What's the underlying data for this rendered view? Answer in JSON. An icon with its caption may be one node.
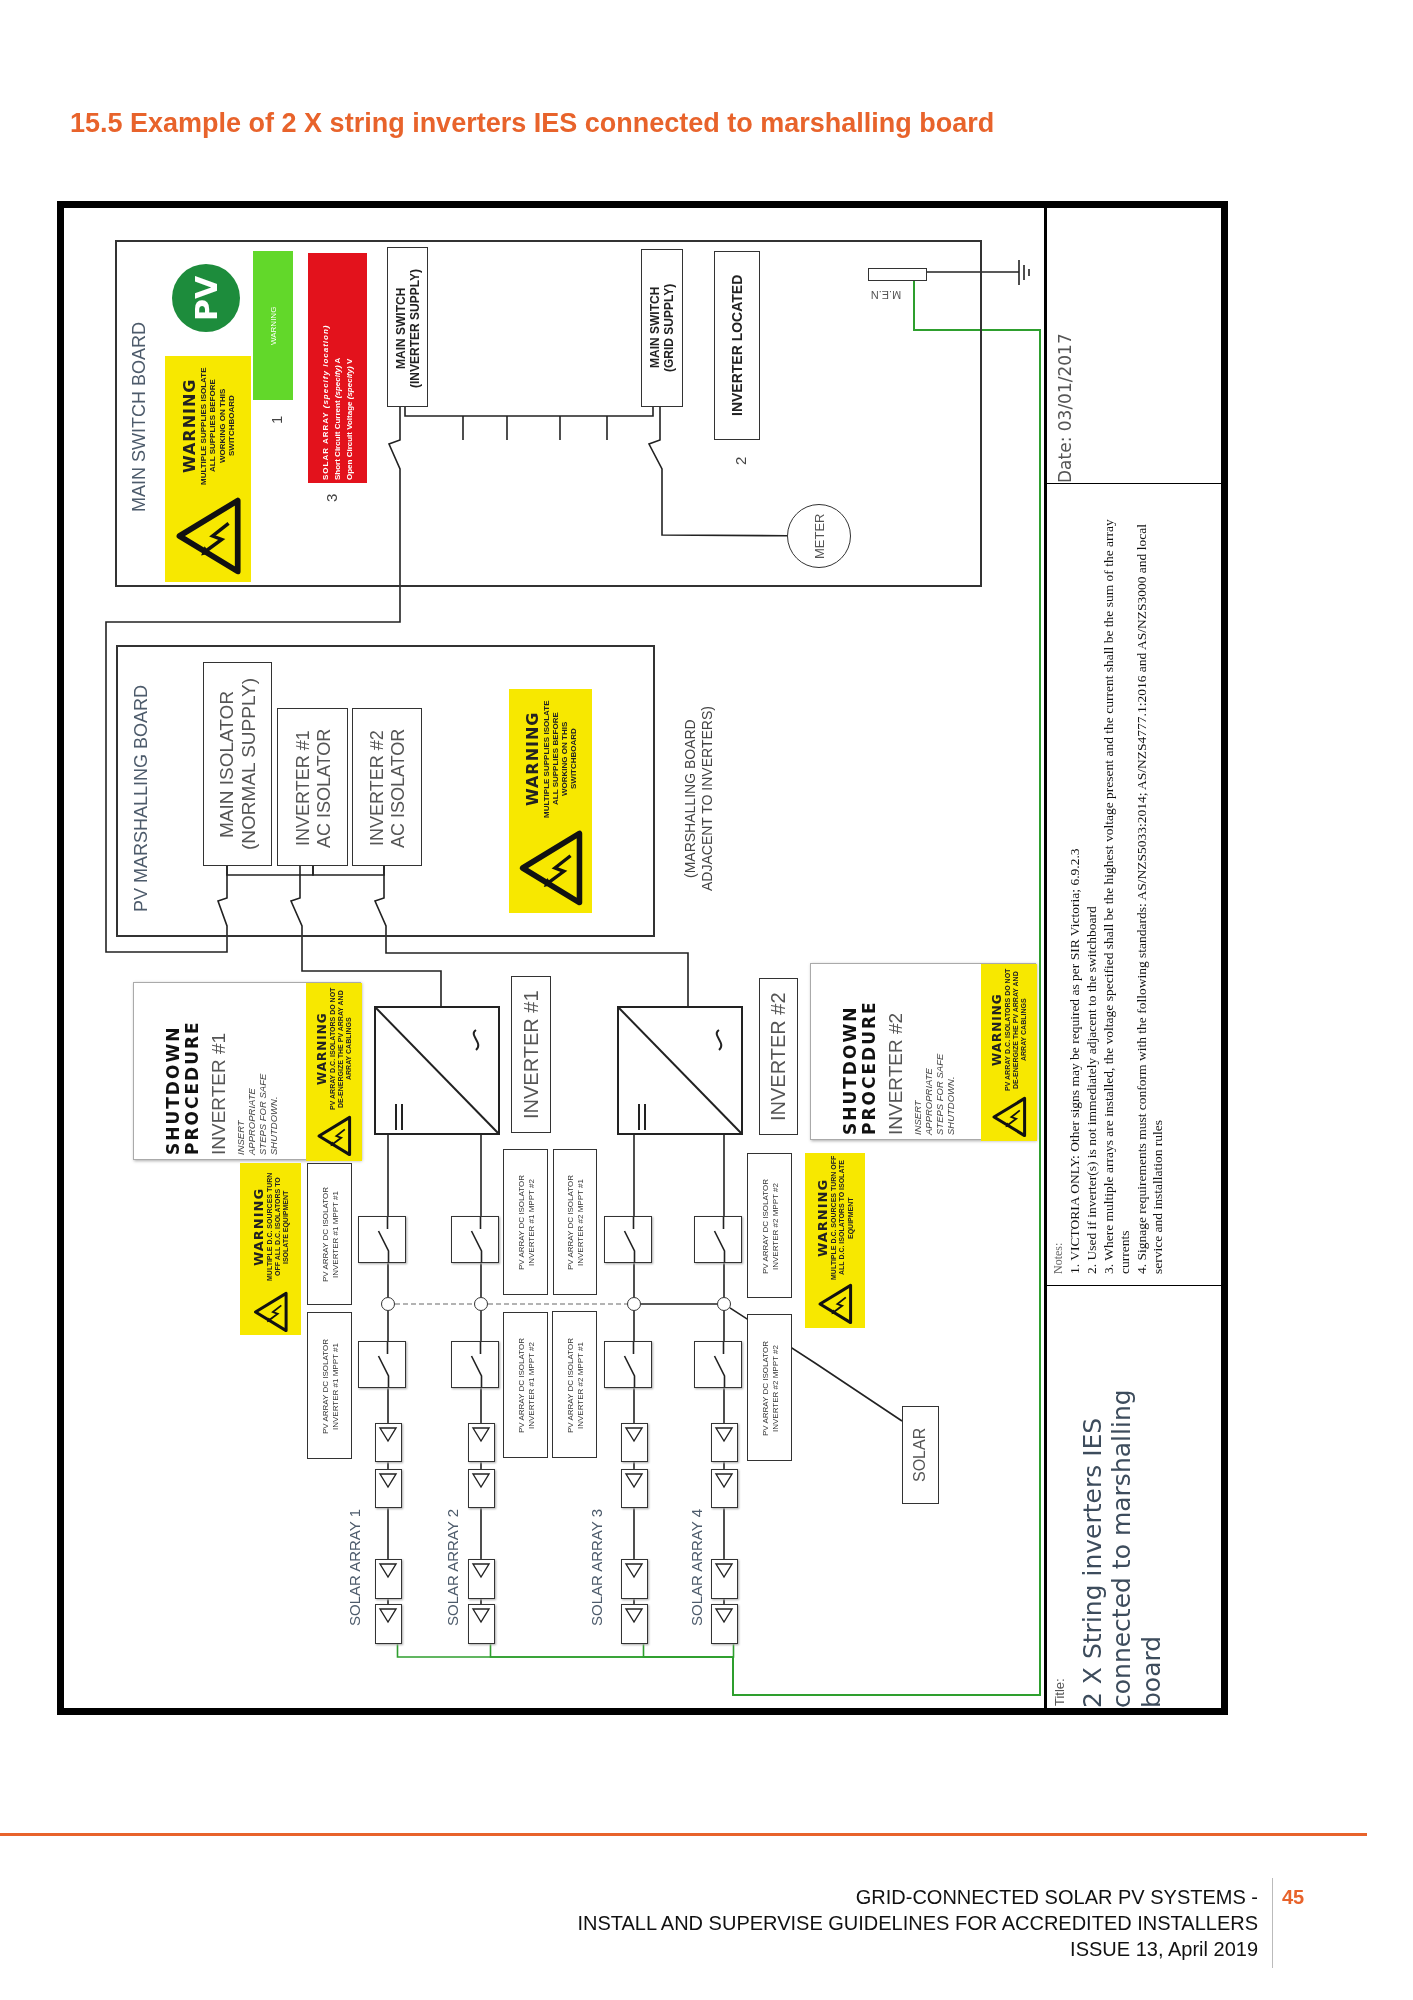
{
  "diagram": {
    "title": "15.5 Example of 2 X string inverters IES connected to marshalling board",
    "nodes": [
      {
        "text": [
          "MAIN SWITCH BOARD"
        ]
      },
      {
        "text": [
          "WARNING",
          "MULTIPLE SUPPLIES ISOLATE ALL SUPPLIES BEFORE WORKING ON THIS SWITCHBOARD"
        ],
        "in": 0
      },
      {
        "text": [
          "PV"
        ],
        "in": 0
      },
      {
        "text": [
          "WARNING"
        ],
        "in": 0,
        "beside": [
          "1"
        ]
      },
      {
        "text": [
          "SOLAR ARRAY *(specify location)*",
          "Short Circuit Current *(specify)* A",
          "Open Circuit Voltage *(specify)* V"
        ],
        "in": 0,
        "beside": [
          "3"
        ]
      },
      {
        "text": [
          "MAIN SWITCH (INVERTER SUPPLY)"
        ],
        "in": 0
      },
      {
        "text": [
          "MAIN SWITCH (GRID SUPPLY)"
        ],
        "in": 0
      },
      {
        "text": [
          "INVERTER LOCATED"
        ],
        "in": 0,
        "beside": [
          "2"
        ]
      },
      {
        "text": [
          "METER"
        ],
        "in": 0
      },
      {
        "text": [],
        "shape": "box",
        "beside": [
          "M.E.N"
        ],
        "in": 0
      },
      {
        "text": [],
        "shape": "earth"
      },
      {
        "text": [
          "PV MARSHALLING BOARD"
        ]
      },
      {
        "text": [
          "MAIN ISOLATOR (NORMAL SUPPLY)"
        ],
        "in": 11
      },
      {
        "text": [
          "INVERTER #1 AC ISOLATOR"
        ],
        "in": 11
      },
      {
        "text": [
          "INVERTER #2 AC ISOLATOR"
        ],
        "in": 11
      },
      {
        "text": [
          "WARNING",
          "MULTIPLE SUPPLIES ISOLATE ALL SUPPLIES BEFORE WORKING ON THIS SWITCHBOARD"
        ],
        "in": 11
      },
      {
        "text": [
          "SHUTDOWN PROCEDURE",
          "INVERTER #1",
          "INSERT APPROPRIATE STEPS FOR SAFE SHUTDOWN."
        ]
      },
      {
        "text": [
          "WARNING",
          "PV ARRAY D.C. ISOLATORS DO NOT DE-ENERGIZE THE PV ARRAY AND ARRAY CABLINGS"
        ],
        "in": 16
      },
      {
        "text": [],
        "shape": "box"
      },
      {
        "text": [
          "INVERTER #1"
        ]
      },
      {
        "text": [],
        "shape": "box"
      },
      {
        "text": [
          "INVERTER #2"
        ]
      },
      {
        "text": [
          "SHUTDOWN PROCEDURE",
          "INVERTER #2",
          "INSERT APPROPRIATE STEPS FOR SAFE SHUTDOWN."
        ]
      },
      {
        "text": [
          "WARNING",
          "PV ARRAY D.C. ISOLATORS DO NOT DE-ENERGIZE THE PV ARRAY AND ARRAY CABLINGS"
        ],
        "in": 22
      },
      {
        "text": [
          "WARNING",
          "MULTIPLE D.C. SOURCES TURN OFF ALL D.C. ISOLATORS TO ISOLATE EQUIPMENT"
        ]
      },
      {
        "text": [
          "WARNING",
          "MULTIPLE D.C. SOURCES TURN OFF ALL D.C. ISOLATORS TO ISOLATE EQUIPMENT"
        ]
      },
      {
        "text": [
          "PV ARRAY DC ISOLATOR INVERTER #1 MPPT #1"
        ]
      },
      {
        "text": [
          "PV ARRAY DC ISOLATOR INVERTER #1 MPPT #2"
        ]
      },
      {
        "text": [
          "PV ARRAY DC ISOLATOR INVERTER #2 MPPT #1"
        ]
      },
      {
        "text": [
          "PV ARRAY DC ISOLATOR INVERTER #2 MPPT #2"
        ]
      },
      {
        "text": [
          "PV ARRAY DC ISOLATOR INVERTER #1 MPPT #1"
        ]
      },
      {
        "text": [
          "PV ARRAY DC ISOLATOR INVERTER #1 MPPT #2"
        ]
      },
      {
        "text": [
          "PV ARRAY DC ISOLATOR INVERTER #2 MPPT #1"
        ]
      },
      {
        "text": [
          "PV ARRAY DC ISOLATOR INVERTER #2 MPPT #2"
        ]
      },
      {
        "text": [],
        "shape": "box"
      },
      {
        "text": [],
        "shape": "box"
      },
      {
        "text": [],
        "shape": "box"
      },
      {
        "text": [],
        "shape": "box"
      },
      {
        "text": [],
        "shape": "circle"
      },
      {
        "text": [],
        "shape": "circle"
      },
      {
        "text": [],
        "shape": "circle"
      },
      {
        "text": [],
        "shape": "circle"
      },
      {
        "text": [],
        "shape": "box"
      },
      {
        "text": [],
        "shape": "box"
      },
      {
        "text": [],
        "shape": "box"
      },
      {
        "text": [],
        "shape": "box"
      },
      {
        "text": [],
        "shape": "box"
      },
      {
        "text": [],
        "shape": "box"
      },
      {
        "text": [],
        "shape": "box"
      },
      {
        "text": [],
        "shape": "box"
      },
      {
        "text": [],
        "shape": "box"
      },
      {
        "text": [],
        "shape": "box"
      },
      {
        "text": [],
        "shape": "box"
      },
      {
        "text": [],
        "shape": "box"
      },
      {
        "text": [],
        "shape": "box"
      },
      {
        "text": [],
        "shape": "box"
      },
      {
        "text": [],
        "shape": "box"
      },
      {
        "text": [],
        "shape": "box"
      },
      {
        "text": [],
        "shape": "box"
      },
      {
        "text": [],
        "shape": "box"
      },
      {
        "text": [],
        "shape": "box"
      },
      {
        "text": [],
        "shape": "box"
      },
      {
        "text": [
          "SOLAR"
        ]
      }
    ],
    "edges": [
      {
        "from": 5,
        "to": 6,
        "arrow": "none"
      },
      {
        "from": 5,
        "to": 12,
        "arrow": "none"
      },
      {
        "from": 12,
        "to": 13,
        "arrow": "none"
      },
      {
        "from": 13,
        "to": 14,
        "arrow": "none"
      },
      {
        "from": 13,
        "to": 18,
        "arrow": "none"
      },
      {
        "from": 14,
        "to": 20,
        "arrow": "none"
      },
      {
        "from": 6,
        "to": 8,
        "arrow": "none"
      },
      {
        "from": 9,
        "to": 10,
        "arrow": "none"
      },
      {
        "from": 18,
        "to": 34,
        "arrow": "none"
      },
      {
        "from": 18,
        "to": 35,
        "arrow": "none"
      },
      {
        "from": 20,
        "to": 36,
        "arrow": "none"
      },
      {
        "from": 20,
        "to": 37,
        "arrow": "none"
      },
      {
        "from": 34,
        "to": 38,
        "arrow": "none"
      },
      {
        "from": 35,
        "to": 39,
        "arrow": "none"
      },
      {
        "from": 36,
        "to": 40,
        "arrow": "none"
      },
      {
        "from": 37,
        "to": 41,
        "arrow": "none"
      },
      {
        "from": 38,
        "to": 42,
        "arrow": "none"
      },
      {
        "from": 39,
        "to": 43,
        "arrow": "none"
      },
      {
        "from": 40,
        "to": 44,
        "arrow": "none"
      },
      {
        "from": 41,
        "to": 45,
        "arrow": "none"
      },
      {
        "from": 38,
        "to": 39,
        "arrow": "none",
        "style": "dashed",
        "color": "#9a9a9a"
      },
      {
        "from": 39,
        "to": 40,
        "arrow": "none",
        "style": "dashed",
        "color": "#9a9a9a"
      },
      {
        "from": 40,
        "to": 41,
        "arrow": "none"
      },
      {
        "from": 41,
        "to": 62,
        "arrow": "none"
      },
      {
        "from": 42,
        "to": 46,
        "arrow": "none"
      },
      {
        "from": 46,
        "to": 47,
        "arrow": "none"
      },
      {
        "from": 47,
        "to": 48,
        "arrow": "none"
      },
      {
        "from": 48,
        "to": 49,
        "arrow": "none"
      },
      {
        "from": 43,
        "to": 50,
        "arrow": "none"
      },
      {
        "from": 50,
        "to": 51,
        "arrow": "none"
      },
      {
        "from": 51,
        "to": 52,
        "arrow": "none"
      },
      {
        "from": 52,
        "to": 53,
        "arrow": "none"
      },
      {
        "from": 44,
        "to": 54,
        "arrow": "none"
      },
      {
        "from": 54,
        "to": 55,
        "arrow": "none"
      },
      {
        "from": 55,
        "to": 56,
        "arrow": "none"
      },
      {
        "from": 56,
        "to": 57,
        "arrow": "none"
      },
      {
        "from": 45,
        "to": 58,
        "arrow": "none"
      },
      {
        "from": 58,
        "to": 59,
        "arrow": "none"
      },
      {
        "from": 59,
        "to": 60,
        "arrow": "none"
      },
      {
        "from": 60,
        "to": 61,
        "arrow": "none"
      },
      {
        "from": 49,
        "to": 9,
        "arrow": "none",
        "color": "#2e9e2e"
      },
      {
        "from": 53,
        "to": 9,
        "arrow": "none",
        "color": "#2e9e2e"
      },
      {
        "from": 57,
        "to": 9,
        "arrow": "none",
        "color": "#2e9e2e"
      },
      {
        "from": 61,
        "to": 9,
        "arrow": "none",
        "color": "#2e9e2e"
      }
    ],
    "labels": [
      "(MARSHALLING BOARD ADJACENT TO INVERTERS)",
      "SOLAR ARRAY 1",
      "SOLAR ARRAY 2",
      "SOLAR ARRAY 3",
      "SOLAR ARRAY 4",
      "Date: 03/01/2017",
      "Notes:",
      "1. VICTORIA ONLY: Other signs may be required as per SIR Victoria; 6.9.2.3",
      "2. Used if inverter(s) is not immediately adjacent to the switchboard",
      "3. Where multiple arrays are installed, the voltage specified shall be the highest voltage present and the current shall be the sum of the array currents",
      "4. Signage requirements must conform with the following standards: AS/NZS5033:2014; AS/NZS4777.1:2016 and AS/NZS3000 and local service and installation rules",
      "Title:",
      "2 X String inverters IES connected to marshalling board",
      "GRID-CONNECTED SOLAR PV SYSTEMS -",
      "INSTALL AND SUPERVISE GUIDELINES FOR ACCREDITED INSTALLERS",
      "ISSUE 13, April 2019",
      "45"
    ]
  }
}
